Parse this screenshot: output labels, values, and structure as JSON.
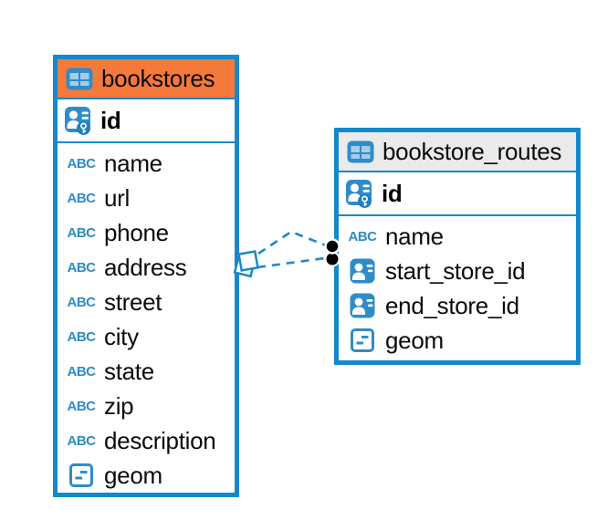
{
  "diagram": {
    "tables": [
      {
        "name": "bookstores",
        "header_bg": "#F5793B",
        "primary_key": {
          "name": "id",
          "icon": "primary-key-icon"
        },
        "columns": [
          {
            "name": "name",
            "type": "text",
            "icon": "text-type-icon"
          },
          {
            "name": "url",
            "type": "text",
            "icon": "text-type-icon"
          },
          {
            "name": "phone",
            "type": "text",
            "icon": "text-type-icon"
          },
          {
            "name": "address",
            "type": "text",
            "icon": "text-type-icon"
          },
          {
            "name": "street",
            "type": "text",
            "icon": "text-type-icon"
          },
          {
            "name": "city",
            "type": "text",
            "icon": "text-type-icon"
          },
          {
            "name": "state",
            "type": "text",
            "icon": "text-type-icon"
          },
          {
            "name": "zip",
            "type": "text",
            "icon": "text-type-icon"
          },
          {
            "name": "description",
            "type": "text",
            "icon": "text-type-icon"
          },
          {
            "name": "geom",
            "type": "geometry",
            "icon": "geometry-type-icon"
          }
        ]
      },
      {
        "name": "bookstore_routes",
        "header_bg": "#EAEAEA",
        "primary_key": {
          "name": "id",
          "icon": "primary-key-icon"
        },
        "columns": [
          {
            "name": "name",
            "type": "text",
            "icon": "text-type-icon"
          },
          {
            "name": "start_store_id",
            "type": "reference",
            "icon": "reference-type-icon"
          },
          {
            "name": "end_store_id",
            "type": "reference",
            "icon": "reference-type-icon"
          },
          {
            "name": "geom",
            "type": "geometry",
            "icon": "geometry-type-icon"
          }
        ]
      }
    ],
    "colors": {
      "table_border": "#1588CB",
      "icon_blue": "#2E8CC9",
      "relationship_line": "#1E88C9",
      "bookstores_header": "#F5793B",
      "routes_header": "#EAEAEA"
    },
    "relationship": {
      "from_table": "bookstores",
      "to_table": "bookstore_routes",
      "line_style": "dashed"
    },
    "text_type_label": "ABC"
  }
}
